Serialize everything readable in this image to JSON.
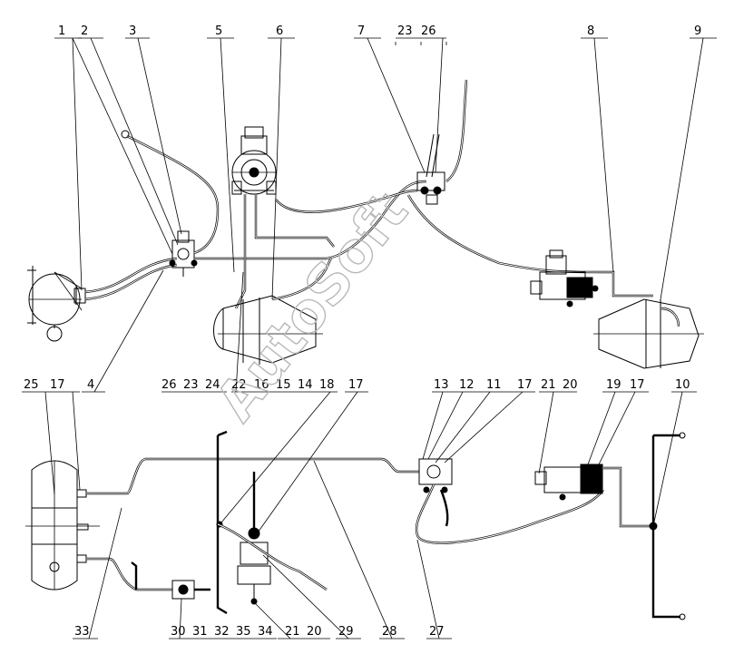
{
  "watermark": "AutoSoft",
  "callouts_top": [
    "1",
    "2",
    "3",
    "5",
    "6",
    "7",
    "23",
    "26",
    "8",
    "9"
  ],
  "callouts_mid": [
    "25",
    "17",
    "4",
    "26",
    "23",
    "24",
    "22",
    "16",
    "15",
    "14",
    "18",
    "17",
    "13",
    "12",
    "11",
    "17",
    "21",
    "20",
    "19",
    "17",
    "10"
  ],
  "callouts_bottom": [
    "33",
    "30",
    "31",
    "32",
    "35",
    "34",
    "21",
    "20",
    "29",
    "28",
    "27"
  ]
}
